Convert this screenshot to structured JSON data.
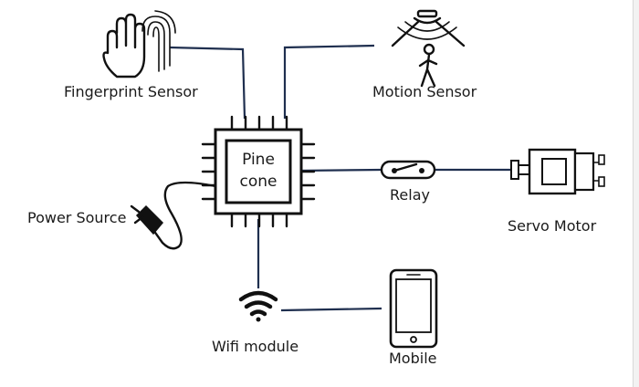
{
  "nodes": {
    "fingerprint": {
      "label": "Fingerprint Sensor",
      "icon": "fingerprint-hand-icon"
    },
    "motion": {
      "label": "Motion Sensor",
      "icon": "motion-sensor-icon"
    },
    "chip": {
      "label_line1": "Pine",
      "label_line2": "cone",
      "icon": "microchip-icon"
    },
    "relay": {
      "label": "Relay",
      "icon": "relay-switch-icon"
    },
    "servo": {
      "label": "Servo Motor",
      "icon": "servo-motor-icon"
    },
    "power": {
      "label": "Power Source",
      "icon": "power-plug-icon"
    },
    "wifi": {
      "label": "Wifi module",
      "icon": "wifi-icon"
    },
    "mobile": {
      "label": "Mobile",
      "icon": "mobile-phone-icon"
    }
  },
  "colors": {
    "wire": "#1f2f4f",
    "ink": "#111111",
    "background": "#ffffff"
  }
}
